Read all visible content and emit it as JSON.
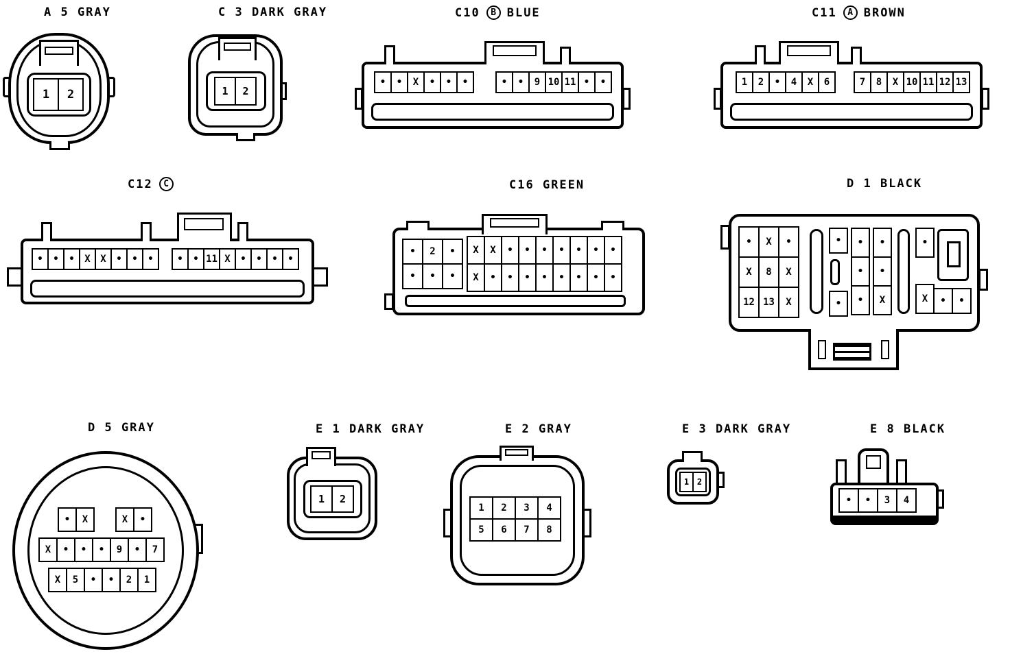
{
  "colors": {
    "ink": "#000000",
    "paper": "#ffffff"
  },
  "connectors": {
    "a5": {
      "title": "A 5 GRAY",
      "pins": [
        "1",
        "2"
      ]
    },
    "c3": {
      "title": "C 3 DARK GRAY",
      "pins": [
        "1",
        "2"
      ]
    },
    "c10": {
      "title": {
        "prefix": "C10",
        "circle": "B",
        "suffix": "BLUE"
      },
      "pins_left": [
        "•",
        "•",
        "X",
        "•",
        "•",
        "•"
      ],
      "pins_right": [
        "•",
        "•",
        "9",
        "10",
        "11",
        "•",
        "•"
      ]
    },
    "c11": {
      "title": {
        "prefix": "C11",
        "circle": "A",
        "suffix": "BROWN"
      },
      "pins_left": [
        "1",
        "2",
        "•",
        "4",
        "X",
        "6"
      ],
      "pins_right": [
        "7",
        "8",
        "X",
        "10",
        "11",
        "12",
        "13"
      ]
    },
    "c12": {
      "title": {
        "prefix": "C12",
        "circle": "C",
        "suffix": ""
      },
      "pins_left": [
        "•",
        "•",
        "•",
        "X",
        "X",
        "•",
        "•",
        "•"
      ],
      "pins_right": [
        "•",
        "•",
        "11",
        "X",
        "•",
        "•",
        "•",
        "•"
      ]
    },
    "c16": {
      "title": "C16 GREEN",
      "left_top": [
        "•",
        "2",
        "•"
      ],
      "left_bottom": [
        "•",
        "•",
        "•"
      ],
      "right_top": [
        "X",
        "X",
        "•",
        "•",
        "•",
        "•",
        "•",
        "•",
        "•"
      ],
      "right_bottom": [
        "X",
        "•",
        "•",
        "•",
        "•",
        "•",
        "•",
        "•",
        "•"
      ]
    },
    "d1": {
      "title": "D 1 BLACK",
      "grid_row1": [
        "•",
        "X",
        "•"
      ],
      "grid_row2": [
        "X",
        "8",
        "X"
      ],
      "grid_row3": [
        "12",
        "13",
        "X"
      ],
      "mid_top": "•",
      "mid_bottom": "•",
      "col_a": [
        "•",
        "•",
        "•"
      ],
      "col_b": [
        "•",
        "•",
        "X"
      ],
      "col_c": [
        "•",
        "X"
      ],
      "right_pins": [
        "•",
        "•"
      ]
    },
    "d5": {
      "title": "D 5 GRAY",
      "row1_left": [
        "•",
        "X"
      ],
      "row1_right": [
        "X",
        "•"
      ],
      "row2": [
        "X",
        "•",
        "•",
        "•",
        "9",
        "•",
        "7"
      ],
      "row3": [
        "X",
        "5",
        "•",
        "•",
        "2",
        "1"
      ]
    },
    "e1": {
      "title": "E 1 DARK GRAY",
      "pins": [
        "1",
        "2"
      ]
    },
    "e2": {
      "title": "E 2 GRAY",
      "row1": [
        "1",
        "2",
        "3",
        "4"
      ],
      "row2": [
        "5",
        "6",
        "7",
        "8"
      ]
    },
    "e3": {
      "title": "E 3 DARK GRAY",
      "pins": [
        "1",
        "2"
      ]
    },
    "e8": {
      "title": "E 8 BLACK",
      "pins": [
        "•",
        "•",
        "3",
        "4"
      ]
    }
  }
}
